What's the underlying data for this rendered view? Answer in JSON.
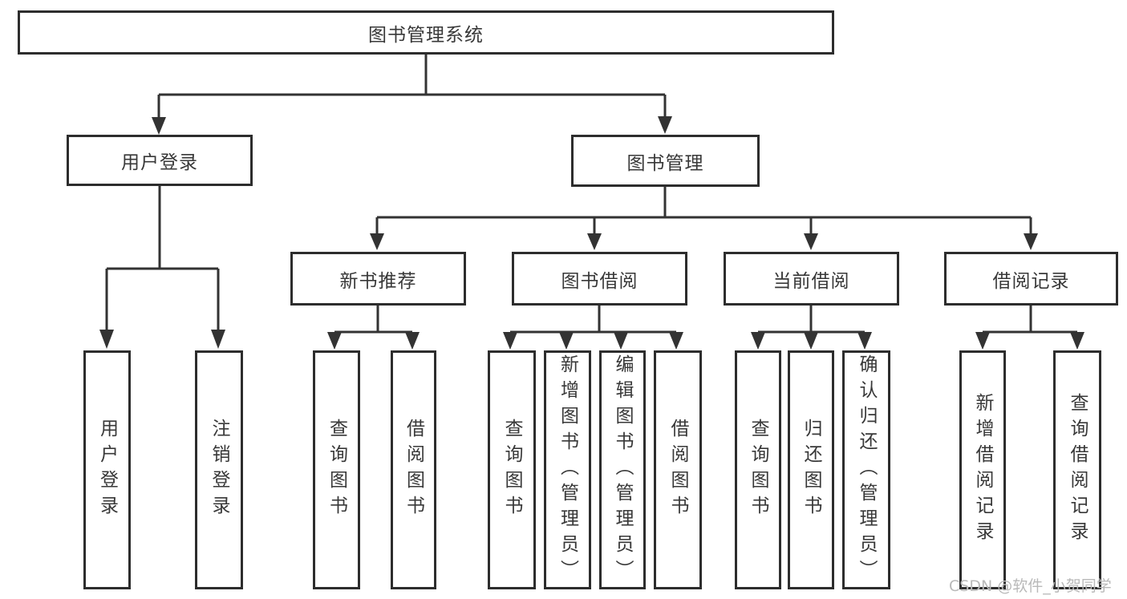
{
  "diagram": {
    "title": "图书管理系统",
    "type": "tree-structure-chart",
    "colors": {
      "line": "#333333",
      "box_border": "#2d2d2d",
      "text": "#383838",
      "background": "#ffffff",
      "watermark": "#b9b9b9"
    },
    "watermark": "CSDN @软件_小贺同学",
    "nodes": {
      "root": "图书管理系统",
      "user_login": "用户登录",
      "book_mgmt": "图书管理",
      "login_leaf": "用户登录",
      "logout_leaf": "注销登录",
      "new_book_rec": "新书推荐",
      "book_borrow": "图书借阅",
      "cur_borrow": "当前借阅",
      "borrow_rec": "借阅记录",
      "nbr_query": "查询图书",
      "nbr_borrow": "借阅图书",
      "bb_query": "查询图书",
      "bb_add": "新增图书（管理员）",
      "bb_edit": "编辑图书（管理员）",
      "bb_borrow": "借阅图书",
      "cb_query": "查询图书",
      "cb_return": "归还图书",
      "cb_confirm": "确认归还（管理员）",
      "br_add": "新增借阅记录",
      "br_query": "查询借阅记录"
    },
    "hierarchy": {
      "图书管理系统": [
        "用户登录",
        "图书管理"
      ],
      "用户登录": [
        "用户登录",
        "注销登录"
      ],
      "图书管理": [
        "新书推荐",
        "图书借阅",
        "当前借阅",
        "借阅记录"
      ],
      "新书推荐": [
        "查询图书",
        "借阅图书"
      ],
      "图书借阅": [
        "查询图书",
        "新增图书（管理员）",
        "编辑图书（管理员）",
        "借阅图书"
      ],
      "当前借阅": [
        "查询图书",
        "归还图书",
        "确认归还（管理员）"
      ],
      "借阅记录": [
        "新增借阅记录",
        "查询借阅记录"
      ]
    }
  }
}
